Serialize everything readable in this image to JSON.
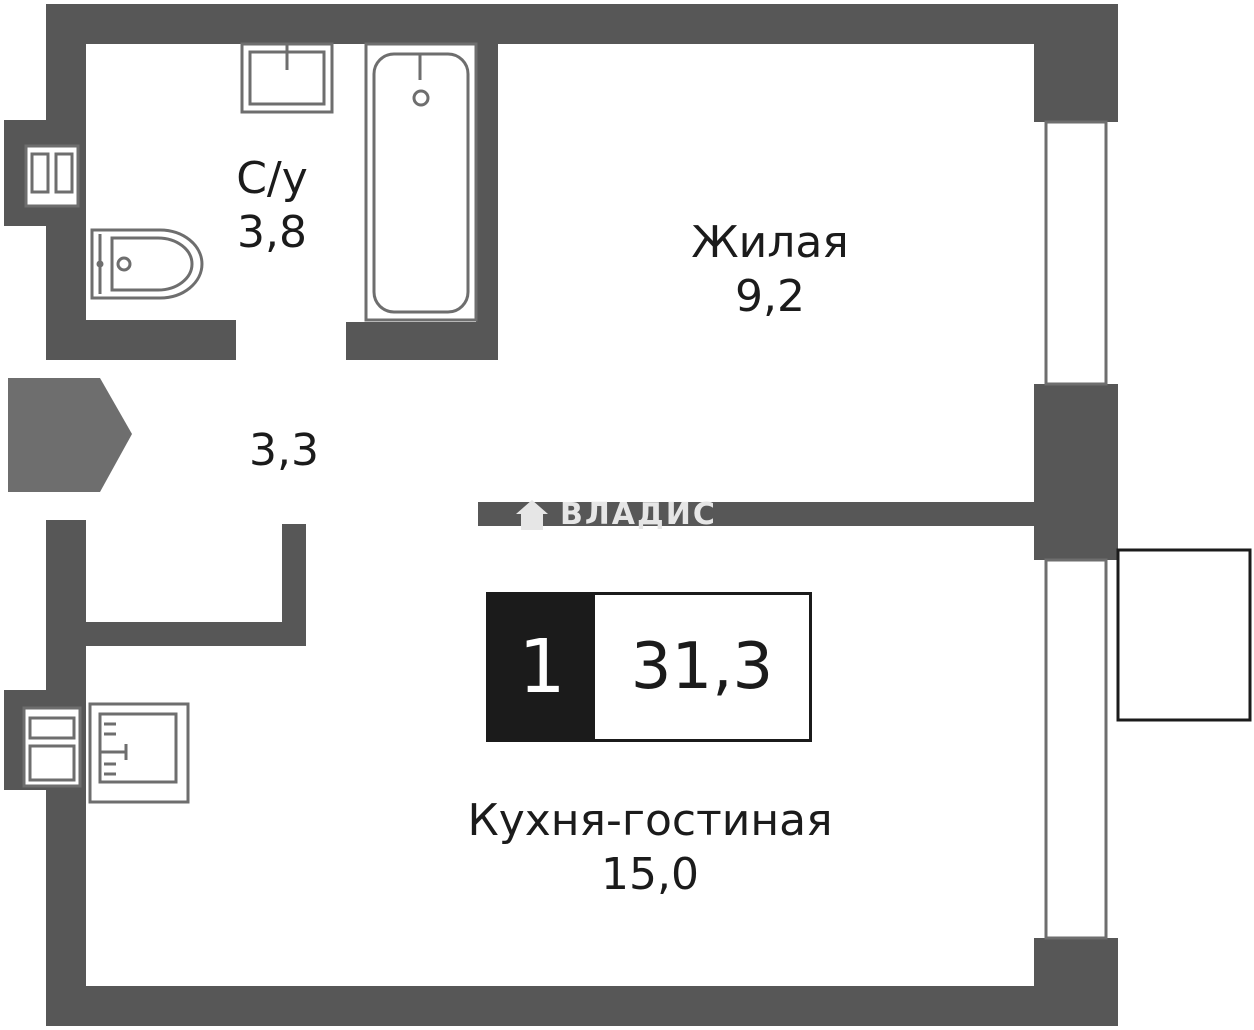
{
  "rooms": {
    "bathroom": {
      "name": "С/у",
      "area": "3,8"
    },
    "living": {
      "name": "Жилая",
      "area": "9,2"
    },
    "hall": {
      "area": "3,3"
    },
    "kitchen_living": {
      "name": "Кухня-гостиная",
      "area": "15,0"
    }
  },
  "summary": {
    "room_count": "1",
    "total_area": "31,3"
  },
  "watermark": {
    "text": "ВЛАДИС",
    "icon": "house-icon"
  },
  "colors": {
    "wall": "#575757",
    "line": "#6e6e6e",
    "text": "#1b1b1b",
    "watermark": "#e6e6e6"
  }
}
